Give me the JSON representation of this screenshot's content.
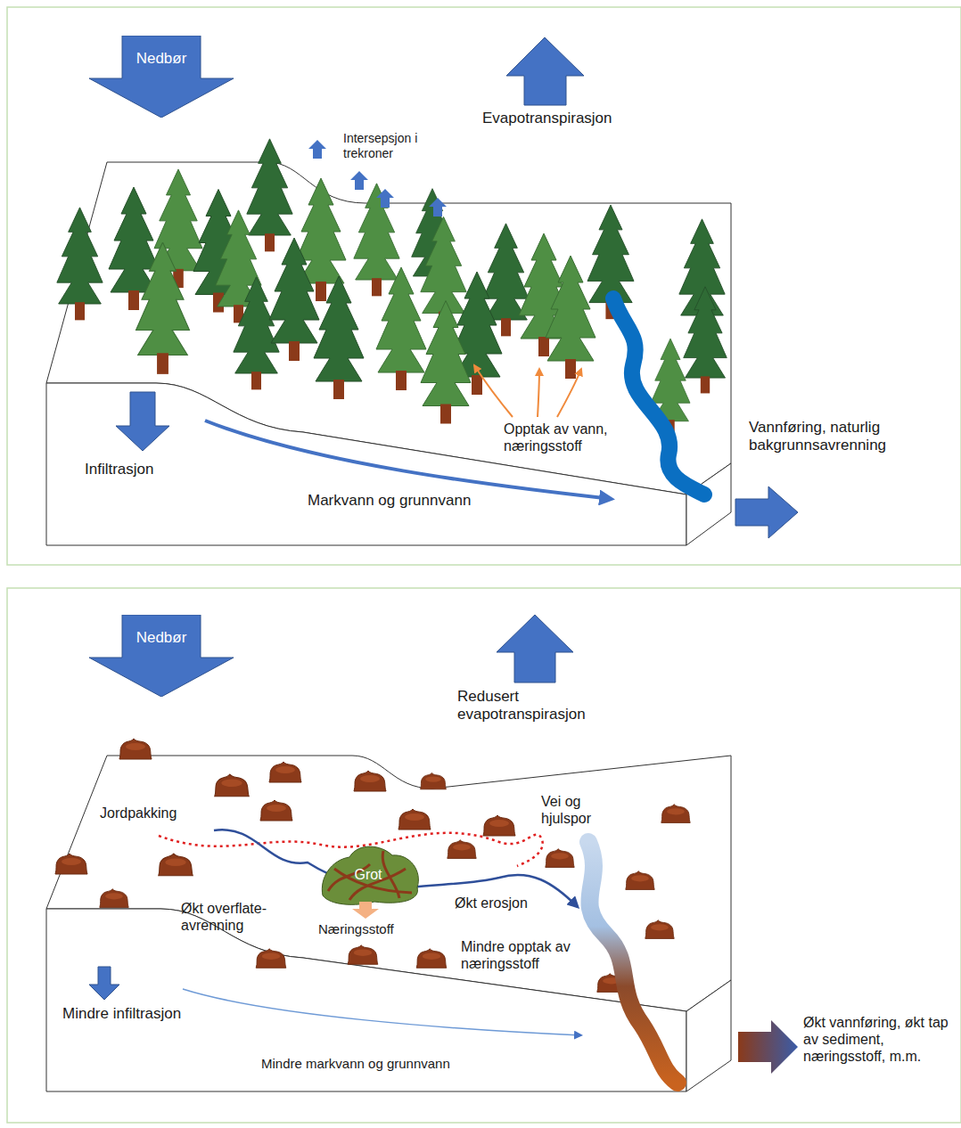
{
  "diagram": {
    "nodes": [
      {
        "text": [
          "Nedbør"
        ]
      },
      {
        "text": [
          "Nedbør"
        ]
      }
    ],
    "labels": [
      "Evapotranspirasjon",
      "Intersepsjon i trekroner",
      "Infiltrasjon",
      "Opptak av vann, næringsstoff",
      "Vannføring, naturlig bakgrunnsavrenning",
      "Markvann og grunnvann",
      "Redusert evapotranspirasjon",
      "Vei og hjulspor",
      "Jordpakking",
      "Grot",
      "Økt overflate- avrenning",
      "Næringsstoff",
      "Økt erosjon",
      "Mindre opptak av næringsstoff",
      "Mindre infiltrasjon",
      "Økt vannføring, økt tap av sediment, næringsstoff, m.m.",
      "Mindre markvann og grunnvann"
    ]
  }
}
